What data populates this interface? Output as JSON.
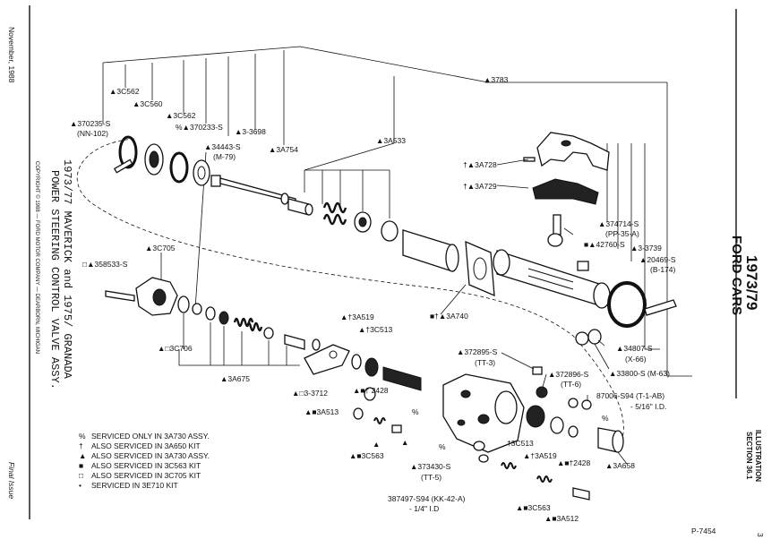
{
  "date": "November, 1988",
  "final_issue": "Final Issue",
  "copyright": "COPYRIGHT © 1988 — FORD MOTOR COMPANY — DEARBORN, MICHIGAN",
  "title_lines": [
    "POWER STEERING CONTROL VALVE ASSY.",
    "1973/77 MAVERICK and 1975/ GRANADA"
  ],
  "header_years": "1973/79",
  "header_cars": "FORD CARS",
  "illustration": "ILLUSTRATION",
  "section": "SECTION 36.1",
  "figure_id": "P-7454",
  "page_number": "3",
  "labels": {
    "l_3c562_top": "▲3C562",
    "l_3c560": "▲3C560",
    "l_3c562_b": "▲3C562",
    "l_370235_a": "▲370235-S",
    "l_370235_b": "(NN-102)",
    "l_370233": "%▲370233-S",
    "l_3698": "▲3-3698",
    "l_34443_a": "▲34443-S",
    "l_34443_b": "(M-79)",
    "l_3a754": "▲3A754",
    "l_3a533": "▲3A533",
    "l_3783": "▲3783",
    "l_3a728": "†▲3A728",
    "l_3a729": "†▲3A729",
    "l_374714_a": "▲374714-S",
    "l_374714_b": "(PP-35-A)",
    "l_42760": "■▲42760-S",
    "l_3739": "▲3-3739",
    "l_20469_a": "▲20469-S",
    "l_20469_b": "(B-174)",
    "l_3c705": "▲3C705",
    "l_358533": "□▲358533-S",
    "l_3a740": "■†▲3A740",
    "l_3a519_top": "▲†3A519",
    "l_3c513_top": "▲†3C513",
    "l_3c706": "▲□3C706",
    "l_34807_a": "▲34807-S",
    "l_34807_b": "(X-66)",
    "l_33800": "▲33800-S (M-63)",
    "l_372895_a": "▲372895-S",
    "l_372895_b": "(TT-3)",
    "l_372896_a": "▲372896-S",
    "l_372896_b": "(TT-6)",
    "l_87006_a": "87006-S94 (T-1-AB)",
    "l_87006_b": "- 5/16\" I.D.",
    "l_3a675": "▲3A675",
    "l_3712": "▲□3-3712",
    "l_2428_top": "▲■† 2428",
    "l_3a513": "▲■3A513",
    "l_3c513_low": "†3C513",
    "l_3a519_low": "▲†3A519",
    "l_2428_low": "▲■†2428",
    "l_3a658": "▲3A658",
    "l_3c563_left": "▲■3C563",
    "l_373430_a": "▲373430-S",
    "l_373430_b": "(TT-5)",
    "l_387497_a": "387497-S94 (KK-42-A)",
    "l_387497_b": "- 1/4\" I.D",
    "l_3c563_low": "▲■3C563",
    "l_3a512": "▲■3A512",
    "mk_pct1": "%",
    "mk_pct2": "%",
    "mk_pct3": "%",
    "mk_tri1": "▲",
    "mk_tri2": "▲"
  },
  "legend": [
    {
      "symbol": "%",
      "text": "SERVICED ONLY IN 3A730 ASSY."
    },
    {
      "symbol": "†",
      "text": "ALSO SERVICED IN 3A650 KIT"
    },
    {
      "symbol": "▲",
      "text": "ALSO SERVICED IN 3A730 ASSY."
    },
    {
      "symbol": "■",
      "text": "ALSO SERVICED IN 3C563 KIT"
    },
    {
      "symbol": "□",
      "text": "ALSO SERVICED IN 3C705 KIT"
    },
    {
      "symbol": "•",
      "text": "SERVICED IN 3E710 KIT"
    }
  ]
}
